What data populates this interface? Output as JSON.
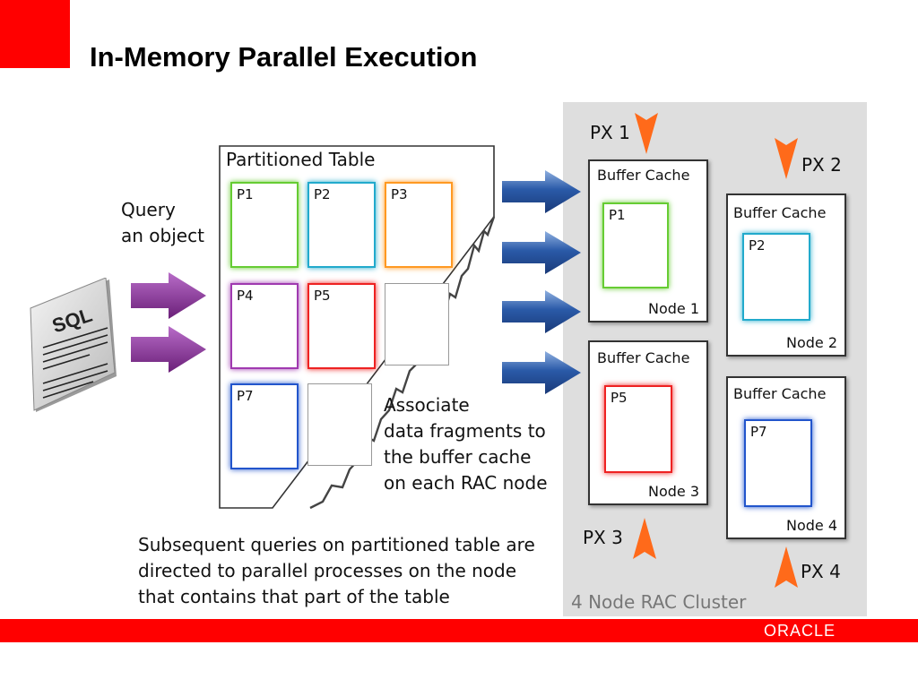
{
  "slide": {
    "title": "In-Memory Parallel Execution"
  },
  "query": {
    "line1": "Query",
    "line2": "an object",
    "doc_label": "SQL"
  },
  "table": {
    "title": "Partitioned Table",
    "partitions": [
      "P1",
      "P2",
      "P3",
      "P4",
      "P5",
      "P7"
    ]
  },
  "associate": [
    "Associate",
    "data fragments to",
    "the buffer cache",
    "on each RAC node"
  ],
  "subsequent": [
    "Subsequent queries on partitioned table are",
    "directed to parallel processes on the node",
    "that contains that part of the table"
  ],
  "cluster": {
    "label": "4 Node RAC Cluster",
    "px": [
      "PX 1",
      "PX 2",
      "PX 3",
      "PX 4"
    ],
    "nodes": [
      {
        "cache": "Buffer Cache",
        "part": "P1",
        "name": "Node 1"
      },
      {
        "cache": "Buffer Cache",
        "part": "P2",
        "name": "Node 2"
      },
      {
        "cache": "Buffer Cache",
        "part": "P5",
        "name": "Node 3"
      },
      {
        "cache": "Buffer Cache",
        "part": "P7",
        "name": "Node 4"
      }
    ]
  },
  "colors": {
    "accent_red": "#ff0000",
    "p1": "#66cc33",
    "p2": "#22aacc",
    "p3": "#ff9922",
    "p4": "#a03ab0",
    "p5": "#ee2222",
    "p7": "#2255cc",
    "arrow_purple": "#7a2a8a",
    "arrow_blue": "#2a5aa8",
    "arrow_orange": "#ff6a1a"
  },
  "footer": {
    "logo": "ORACLE"
  }
}
